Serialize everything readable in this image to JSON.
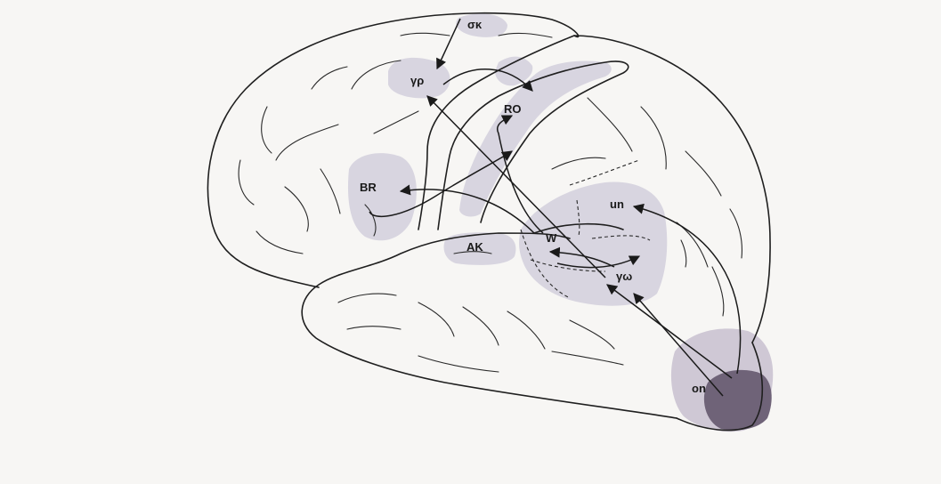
{
  "labels": {
    "sk": "σκ",
    "gr": "γρ",
    "ro": "RO",
    "br": "BR",
    "ak": "AK",
    "w": "W",
    "un": "un",
    "gw": "γω",
    "on": "on"
  },
  "colors": {
    "region_fill": "#d8d5e0",
    "occipital_dark": "#6f6378",
    "outline": "#1f1f1f",
    "background": "#f7f6f4"
  }
}
